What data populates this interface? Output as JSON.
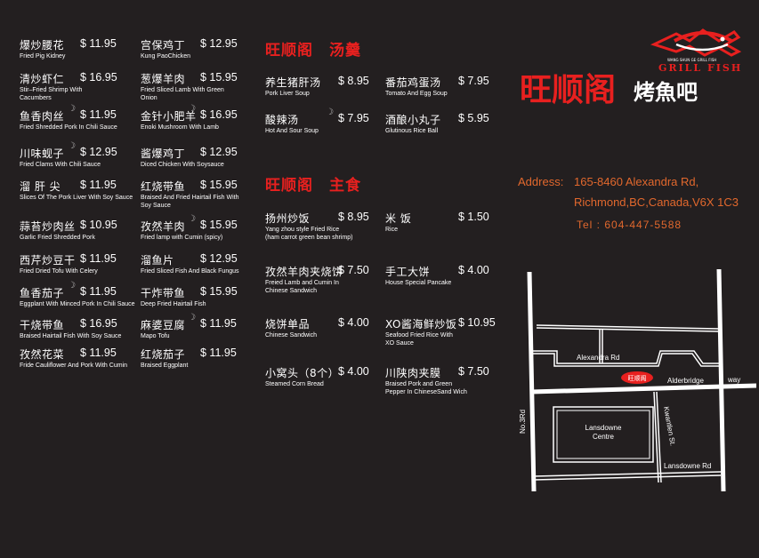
{
  "col1": [
    {
      "zh": "爆炒腰花",
      "price": "$ 11.95",
      "en": [
        "Fried  Pig  Kidney"
      ],
      "spicy": false
    },
    {
      "zh": "清炒虾仁",
      "price": "$ 16.95",
      "en": [
        "Stir–Fried Shrimp With",
        "Cacumbers"
      ],
      "spicy": false
    },
    {
      "zh": "鱼香肉丝",
      "price": "$ 11.95",
      "en": [
        "Fried Shredded Pork In Chili Sauce"
      ],
      "spicy": true
    },
    {
      "zh": "川味蚬子",
      "price": "$ 12.95",
      "en": [
        "Fried Clams With Chili Sauce"
      ],
      "spicy": true
    },
    {
      "zh": "溜 肝 尖",
      "price": "$ 11.95",
      "en": [
        "Slices Of The Pork Liver With Soy Sauce"
      ],
      "spicy": false
    },
    {
      "zh": "蒜苔炒肉丝",
      "price": "$ 10.95",
      "en": [
        "Garlic Fried Shredded Pork"
      ],
      "spicy": false
    },
    {
      "zh": "西芹炒豆干",
      "price": "$ 11.95",
      "en": [
        "Fried Dried Tofu With Celery"
      ],
      "spicy": false
    },
    {
      "zh": "鱼香茄子",
      "price": "$ 11.95",
      "en": [
        "Eggplant With Minced Pork In Chili Sauce"
      ],
      "spicy": true
    },
    {
      "zh": "干烧带鱼",
      "price": "$ 16.95",
      "en": [
        "Braised Hairtail Fish With Soy Sauce"
      ],
      "spicy": false
    },
    {
      "zh": "孜然花菜",
      "price": "$ 11.95",
      "en": [
        "Fride Cauliflower And Pork With Cumin"
      ],
      "spicy": false
    }
  ],
  "col2": [
    {
      "zh": "宫保鸡丁",
      "price": "$ 12.95",
      "en": [
        "Kung PaoChicken"
      ],
      "spicy": false
    },
    {
      "zh": "葱爆羊肉",
      "price": "$ 15.95",
      "en": [
        "Fried Sliced Lamb With Green",
        "Onion"
      ],
      "spicy": false
    },
    {
      "zh": "金针小肥羊",
      "price": "$ 16.95",
      "en": [
        "Enoki Mushroom With Lamb"
      ],
      "spicy": true
    },
    {
      "zh": "酱爆鸡丁",
      "price": "$ 12.95",
      "en": [
        "Diced Chicken With Soysauce"
      ],
      "spicy": false
    },
    {
      "zh": "红烧带鱼",
      "price": "$ 15.95",
      "en": [
        "Braised And Fried Hairtail Fish With",
        "Soy Sauce"
      ],
      "spicy": false
    },
    {
      "zh": "孜然羊肉",
      "price": "$ 15.95",
      "en": [
        "Fried lamp with Cumin (spicy)"
      ],
      "spicy": true
    },
    {
      "zh": "溜鱼片",
      "price": "$ 12.95",
      "en": [
        "Fried Sliced Fish And Black Fungus"
      ],
      "spicy": false
    },
    {
      "zh": "干炸带鱼",
      "price": "$ 15.95",
      "en": [
        "Deep Fried Hairtail Fish"
      ],
      "spicy": false
    },
    {
      "zh": "麻婆豆腐",
      "price": "$ 11.95",
      "en": [
        "Mapo Tofu"
      ],
      "spicy": true
    },
    {
      "zh": "红烧茄子",
      "price": "$ 11.95",
      "en": [
        "Braised Eggplant"
      ],
      "spicy": false
    }
  ],
  "soup": {
    "title": "旺顺阁　汤羹",
    "items": [
      {
        "zh": "养生猪肝汤",
        "price": "$ 8.95",
        "en": [
          "Pork Liver Soup"
        ],
        "spicy": false
      },
      {
        "zh": "番茄鸡蛋汤",
        "price": "$ 7.95",
        "en": [
          "Tomato And Egg Soup"
        ],
        "spicy": false
      },
      {
        "zh": "酸辣汤",
        "price": "$ 7.95",
        "en": [
          "Hot And Sour Soup"
        ],
        "spicy": true
      },
      {
        "zh": "酒酿小丸子",
        "price": "$ 5.95",
        "en": [
          "Glutinous Rice Ball"
        ],
        "spicy": false
      }
    ]
  },
  "staple": {
    "title": "旺顺阁　主食",
    "items": [
      {
        "zh": "扬州炒饭",
        "price": "$ 8.95",
        "en": [
          "Yang zhou style Fried Rice",
          "(ham carrot green bean shrimp)"
        ],
        "spicy": false
      },
      {
        "zh": "米 饭",
        "price": "$ 1.50",
        "en": [
          "Rice"
        ],
        "spicy": false
      },
      {
        "zh": "孜然羊肉夹烧饼",
        "price": "$ 7.50",
        "en": [
          "Freied Lamb and Cumin In",
          "Chinese Sandwich"
        ],
        "spicy": false
      },
      {
        "zh": "手工大饼",
        "price": "$ 4.00",
        "en": [
          "House Special Pancake"
        ],
        "spicy": false
      },
      {
        "zh": "烧饼单品",
        "price": "$ 4.00",
        "en": [
          "Chinese Sandwich"
        ],
        "spicy": false
      },
      {
        "zh": "XO酱海鲜炒饭",
        "price": "$ 10.95",
        "en": [
          "Seafood Fried Rice With",
          "XO Sauce"
        ],
        "spicy": false
      },
      {
        "zh": "小窝头（8个）",
        "price": "$ 4.00",
        "en": [
          "Steamed Corn Bread"
        ],
        "spicy": false
      },
      {
        "zh": "川陕肉夹膜",
        "price": "$ 7.50",
        "en": [
          "Braised Pork and Green",
          "Pepper In ChineseSand Wich"
        ],
        "spicy": false
      }
    ]
  },
  "logo": {
    "name": "旺顺阁",
    "suffix": "烤魚吧",
    "english": "GRILL FISH",
    "tagline": "WANG SHUN GE GRILL FISH"
  },
  "contact": {
    "address_label": "Address:",
    "address_line1": "165-8460 Alexandra Rd,",
    "address_line2": "Richmond,BC,Canada,V6X 1C3",
    "tel": "Tel : 604-447-5588"
  },
  "map": {
    "alexandra": "Alexandra Rd",
    "alderbridge": "Alderbridge",
    "way": "way",
    "no3": "No.3Rd",
    "kwantlen": "Kwantlen St.",
    "centre_line1": "Lansdowne",
    "centre_line2": "Centre",
    "lansdowne_rd": "Lansdowne Rd",
    "marker": "旺顺阁"
  },
  "colors": {
    "background": "#231f20",
    "accent": "#e8201f",
    "address": "#e2682d"
  }
}
